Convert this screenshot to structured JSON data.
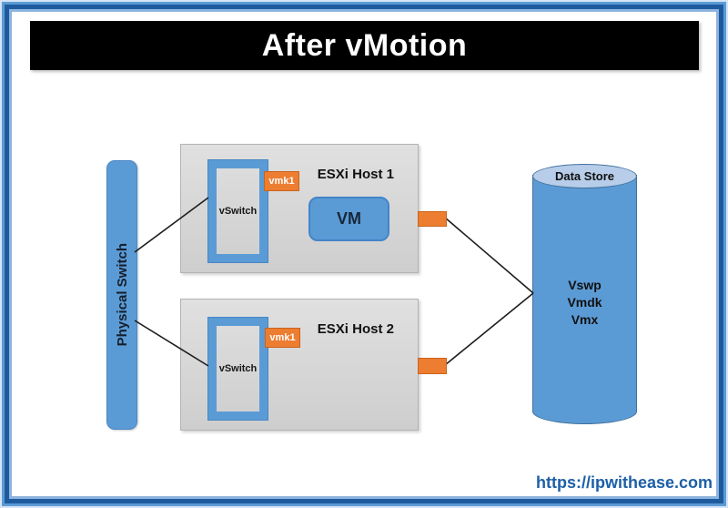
{
  "title": {
    "text": "After vMotion"
  },
  "physical_switch": {
    "label": "Physical Switch"
  },
  "hosts": [
    {
      "label": "ESXi Host 1",
      "vswitch": "vSwitch",
      "vmk": "vmk1",
      "vm": "VM"
    },
    {
      "label": "ESXi Host 2",
      "vswitch": "vSwitch",
      "vmk": "vmk1"
    }
  ],
  "datastore": {
    "label": "Data Store",
    "files": [
      "Vswp",
      "Vmdk",
      "Vmx"
    ]
  },
  "watermark": {
    "url_text": "https://ipwithease.com"
  },
  "colors": {
    "shape_blue": "#5b9bd5",
    "shape_blue_border": "#41719c",
    "cylinder_top_blue": "#b7cde9",
    "orange": "#ed7d31",
    "orange_border": "#c9641c",
    "host_gray": "#d2d2d2",
    "banner_bg": "#000000",
    "banner_text": "#ffffff",
    "frame_blue_dark": "#1e5b9e",
    "frame_blue_light": "#8db3de",
    "watermark_blue": "#1c5fa8",
    "line_black": "#1c1c1c"
  }
}
